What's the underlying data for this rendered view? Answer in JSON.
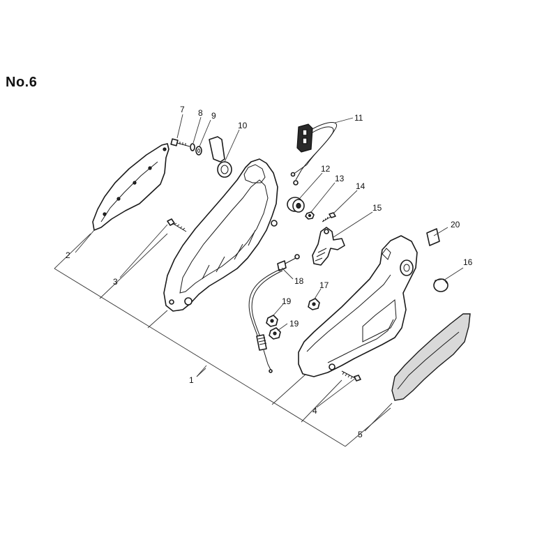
{
  "page": {
    "title": "No.6"
  },
  "callouts": {
    "c1": "1",
    "c2": "2",
    "c3": "3",
    "c4": "4",
    "c5": "5",
    "c7": "7",
    "c8": "8",
    "c9": "9",
    "c10": "10",
    "c11": "11",
    "c12": "12",
    "c13": "13",
    "c14": "14",
    "c15": "15",
    "c16": "16",
    "c17": "17",
    "c18": "18",
    "c19a": "19",
    "c19b": "19",
    "c20": "20"
  }
}
